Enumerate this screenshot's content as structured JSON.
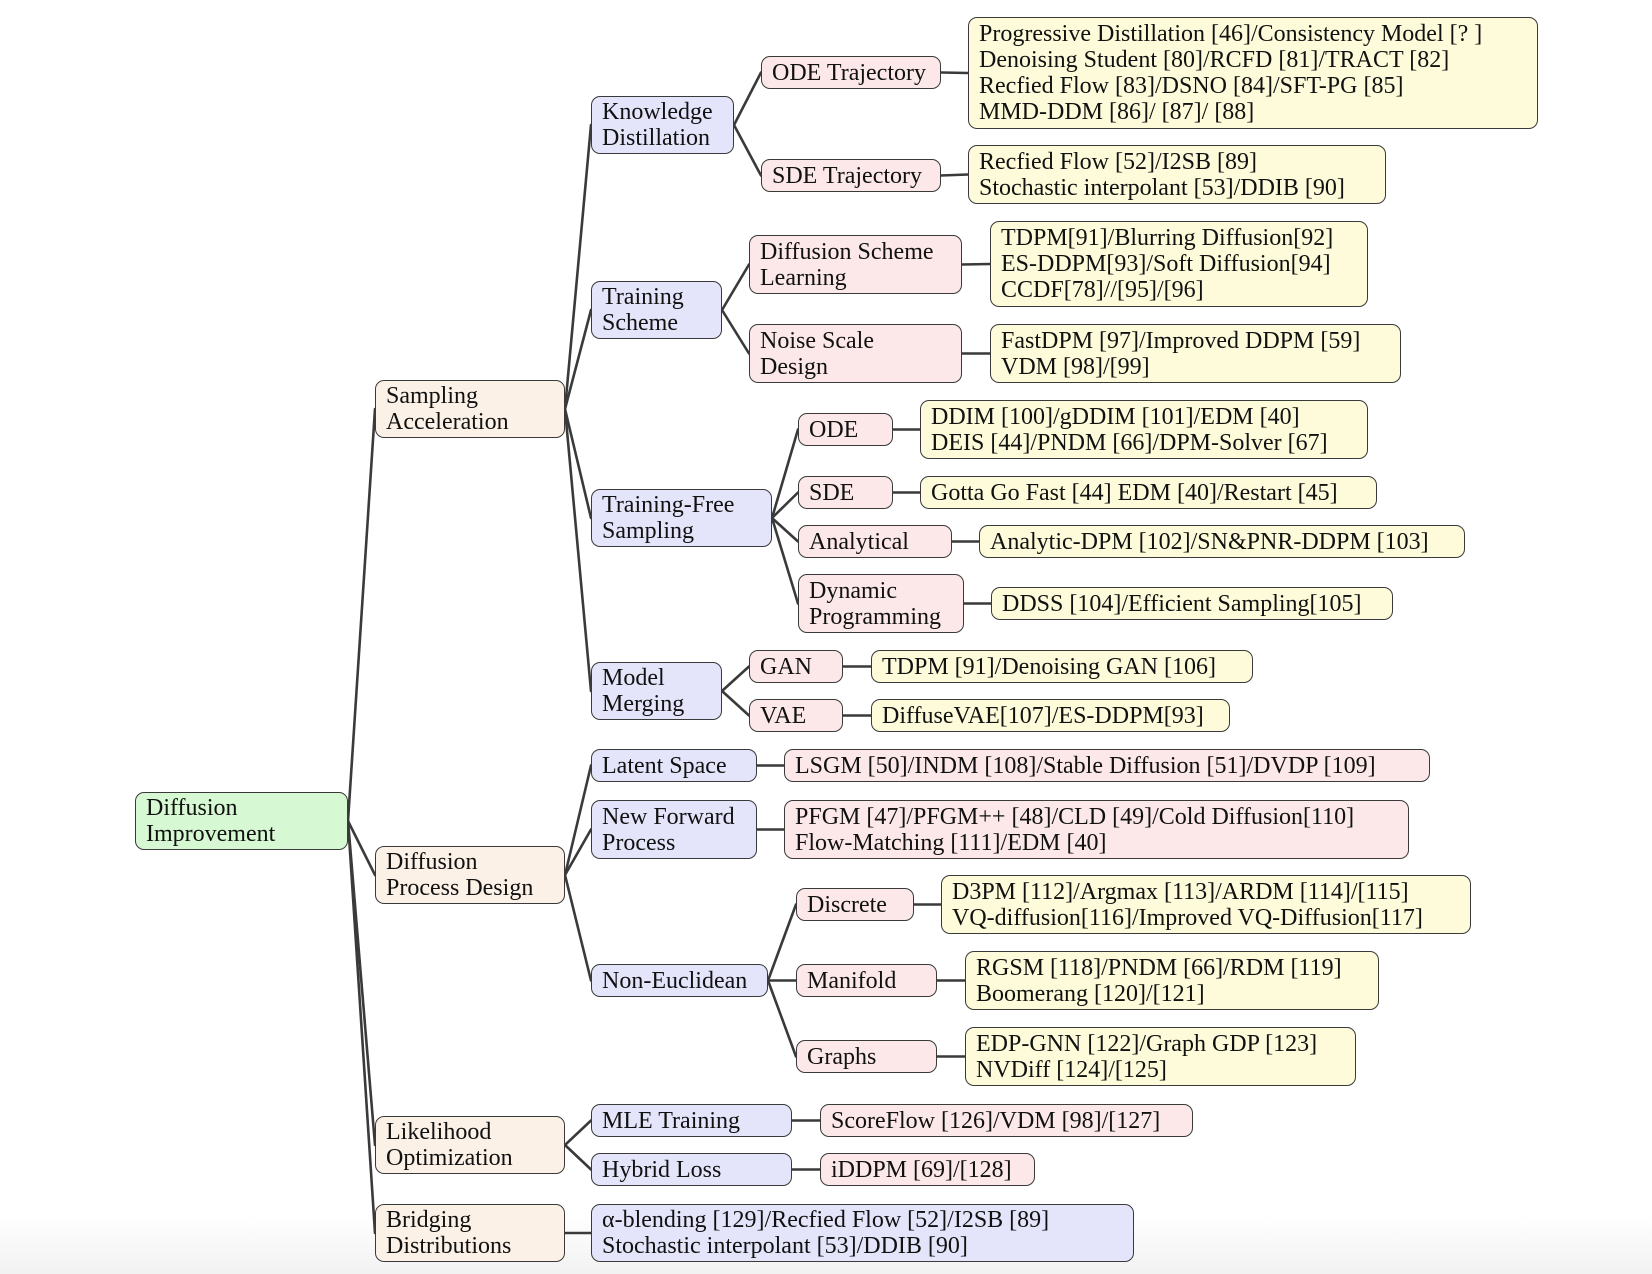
{
  "root": "Diffusion\nImprovement",
  "sampling": {
    "label": "Sampling\nAcceleration",
    "knowledge_distillation": "Knowledge\nDistillation",
    "ode_trajectory": "ODE Trajectory",
    "ode_trajectory_refs": "Progressive Distillation [46]/Consistency Model [? ]\nDenoising Student [80]/RCFD [81]/TRACT [82]\nRecfied Flow [83]/DSNO [84]/SFT-PG [85]\nMMD-DDM [86]/ [87]/ [88]",
    "sde_trajectory": "SDE Trajectory",
    "sde_trajectory_refs": "Recfied Flow [52]/I2SB [89]\nStochastic interpolant [53]/DDIB [90]",
    "training_scheme": "Training\nScheme",
    "diffusion_scheme_learning": "Diffusion Scheme\nLearning",
    "diffusion_scheme_refs": "TDPM[91]/Blurring Diffusion[92]\nES-DDPM[93]/Soft Diffusion[94]\nCCDF[78]//[95]/[96]",
    "noise_scale_design": "Noise Scale\nDesign",
    "noise_scale_refs": "FastDPM [97]/Improved DDPM [59]\nVDM [98]/[99]",
    "training_free": "Training-Free\nSampling",
    "ode": "ODE",
    "ode_refs": "DDIM [100]/gDDIM [101]/EDM [40]\nDEIS [44]/PNDM [66]/DPM-Solver [67]",
    "sde": "SDE",
    "sde_refs": "Gotta Go Fast [44] EDM [40]/Restart [45]",
    "analytical": "Analytical",
    "analytical_refs": "Analytic-DPM [102]/SN&PNR-DDPM [103]",
    "dynamic_programming": "Dynamic\nProgramming",
    "dynamic_programming_refs": "DDSS [104]/Efficient Sampling[105]",
    "model_merging": "Model\nMerging",
    "gan": "GAN",
    "gan_refs": "TDPM [91]/Denoising GAN [106]",
    "vae": "VAE",
    "vae_refs": "DiffuseVAE[107]/ES-DDPM[93]"
  },
  "process": {
    "label": "Diffusion\nProcess Design",
    "latent_space": "Latent Space",
    "latent_space_refs": "LSGM [50]/INDM [108]/Stable Diffusion [51]/DVDP [109]",
    "new_forward": "New Forward\nProcess",
    "new_forward_refs": "PFGM [47]/PFGM++ [48]/CLD [49]/Cold Diffusion[110]\nFlow-Matching [111]/EDM [40]",
    "non_euclidean": "Non-Euclidean",
    "discrete": "Discrete",
    "discrete_refs": "D3PM [112]/Argmax [113]/ARDM [114]/[115]\nVQ-diffusion[116]/Improved VQ-Diffusion[117]",
    "manifold": "Manifold",
    "manifold_refs": "RGSM [118]/PNDM [66]/RDM [119]\nBoomerang [120]/[121]",
    "graphs": "Graphs",
    "graphs_refs": "EDP-GNN [122]/Graph GDP [123]\nNVDiff [124]/[125]"
  },
  "likelihood": {
    "label": "Likelihood\nOptimization",
    "mle": "MLE Training",
    "mle_refs": "ScoreFlow [126]/VDM [98]/[127]",
    "hybrid": "Hybrid Loss",
    "hybrid_refs": "iDDPM [69]/[128]"
  },
  "bridging": {
    "label": "Bridging\nDistributions",
    "refs": "α-blending [129]/Recfied Flow [52]/I2SB [89]\nStochastic interpolant [53]/DDIB [90]"
  }
}
